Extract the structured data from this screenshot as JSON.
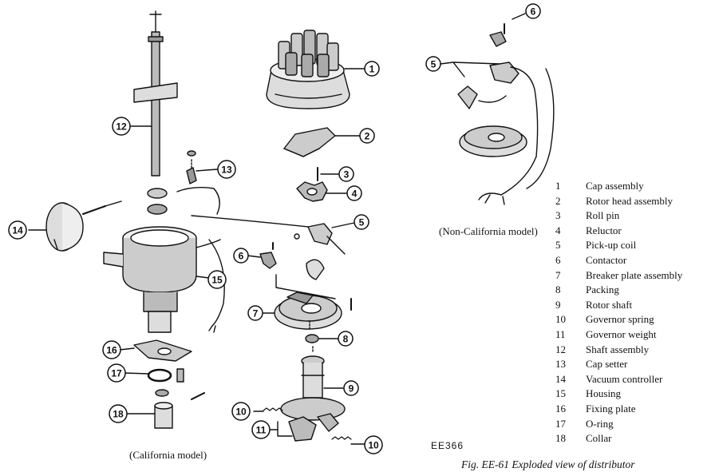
{
  "figure": {
    "caption": "Fig. EE-61  Exploded view of  distributor",
    "code": "EE366",
    "california_label": "(California model)",
    "non_california_label": "(Non-California model)"
  },
  "callouts": {
    "c1": "1",
    "c2": "2",
    "c3": "3",
    "c4": "4",
    "c5a": "5",
    "c5b": "5",
    "c6a": "6",
    "c6b": "6",
    "c7": "7",
    "c8": "8",
    "c9": "9",
    "c10a": "10",
    "c10b": "10",
    "c11": "11",
    "c12": "12",
    "c13": "13",
    "c14": "14",
    "c15": "15",
    "c16": "16",
    "c17": "17",
    "c18": "18"
  },
  "legend": [
    {
      "num": "1",
      "label": "Cap assembly"
    },
    {
      "num": "2",
      "label": "Rotor head assembly"
    },
    {
      "num": "3",
      "label": "Roll pin"
    },
    {
      "num": "4",
      "label": "Reluctor"
    },
    {
      "num": "5",
      "label": "Pick-up coil"
    },
    {
      "num": "6",
      "label": "Contactor"
    },
    {
      "num": "7",
      "label": "Breaker plate assembly"
    },
    {
      "num": "8",
      "label": "Packing"
    },
    {
      "num": "9",
      "label": "Rotor shaft"
    },
    {
      "num": "10",
      "label": "Governor spring"
    },
    {
      "num": "11",
      "label": "Governor weight"
    },
    {
      "num": "12",
      "label": "Shaft assembly"
    },
    {
      "num": "13",
      "label": "Cap setter"
    },
    {
      "num": "14",
      "label": "Vacuum controller"
    },
    {
      "num": "15",
      "label": "Housing"
    },
    {
      "num": "16",
      "label": "Fixing plate"
    },
    {
      "num": "17",
      "label": "O-ring"
    },
    {
      "num": "18",
      "label": "Collar"
    }
  ]
}
